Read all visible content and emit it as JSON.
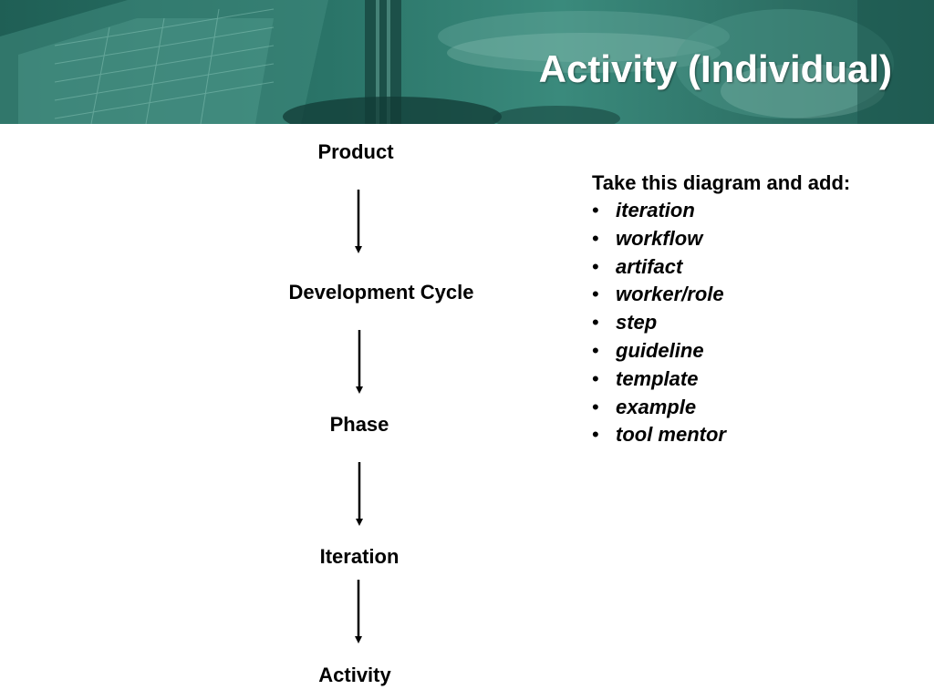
{
  "slide": {
    "title": "Activity (Individual)"
  },
  "diagram": {
    "nodes": [
      {
        "label": "Product"
      },
      {
        "label": "Development Cycle"
      },
      {
        "label": "Phase"
      },
      {
        "label": "Iteration"
      },
      {
        "label": "Activity"
      }
    ]
  },
  "panel": {
    "heading": "Take this diagram and add:",
    "bullet_symbol": "•",
    "items": [
      {
        "label": "iteration"
      },
      {
        "label": "workflow"
      },
      {
        "label": "artifact"
      },
      {
        "label": "worker/role"
      },
      {
        "label": "step"
      },
      {
        "label": "guideline"
      },
      {
        "label": "template"
      },
      {
        "label": "example"
      },
      {
        "label": "tool mentor"
      }
    ]
  },
  "colors": {
    "banner": "#2a7468",
    "text": "#000000",
    "title": "#ffffff"
  }
}
